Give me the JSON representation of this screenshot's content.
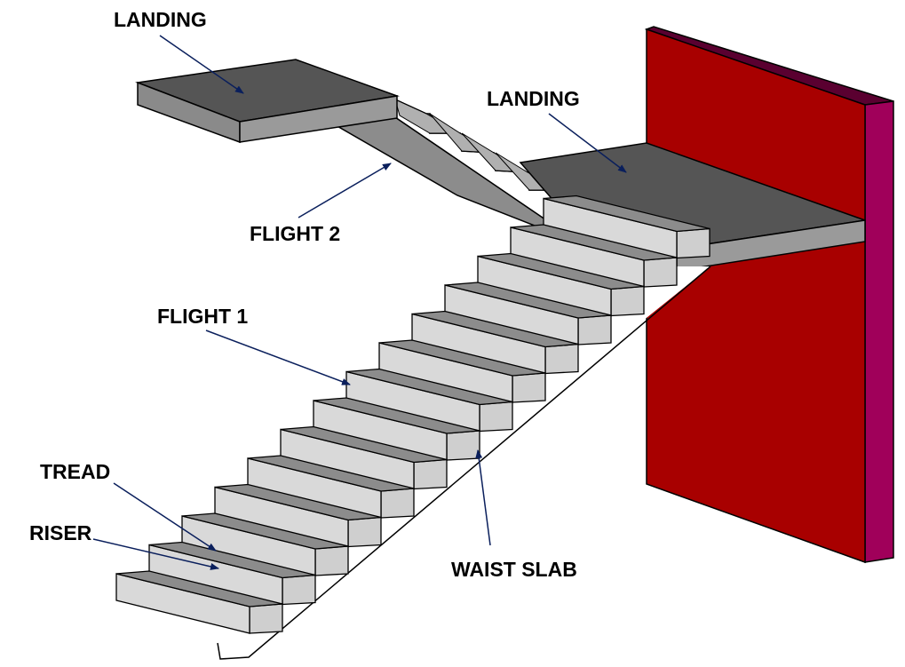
{
  "labels": {
    "landing_top": "LANDING",
    "landing_mid": "LANDING",
    "flight_2": "FLIGHT 2",
    "flight_1": "FLIGHT 1",
    "tread": "TREAD",
    "riser": "RISER",
    "waist_slab": "WAIST SLAB"
  },
  "colors": {
    "wall_front": "#a80000",
    "wall_side": "#a0005a",
    "wall_top": "#5a0030",
    "landing_top": "#555555",
    "landing_side": "#9a9a9a",
    "tread": "#8c8c8c",
    "riser": "#d9d9d9",
    "arrow": "#0a1f5c"
  }
}
